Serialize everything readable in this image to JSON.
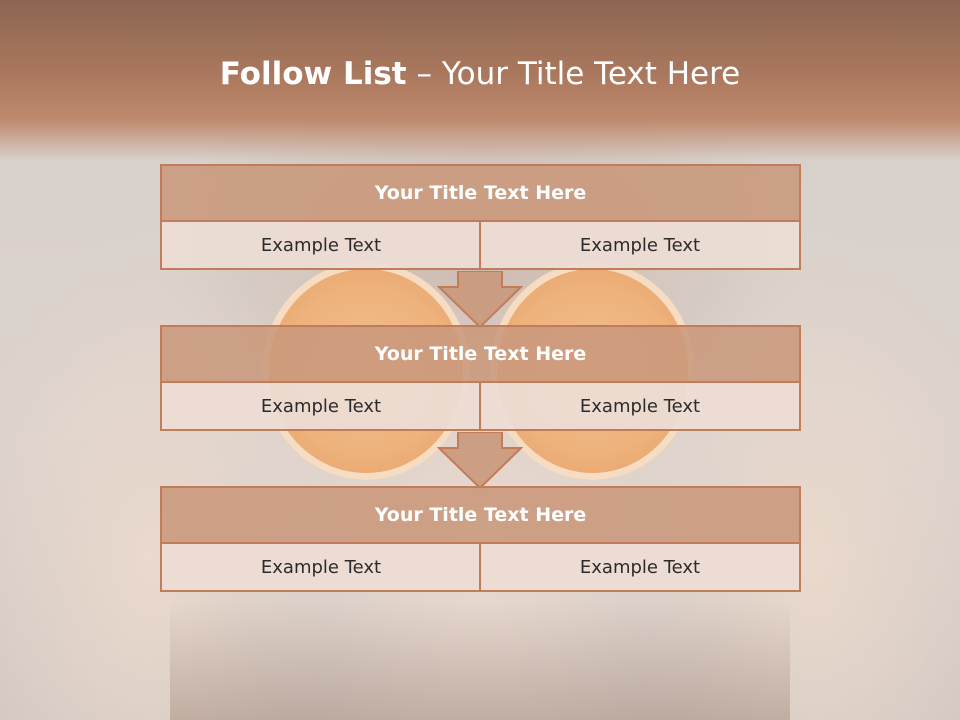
{
  "slide": {
    "title_bold": "Follow List",
    "title_rest": " – Your Title Text Here"
  },
  "blocks": [
    {
      "title": "Your Title Text Here",
      "left": "Example Text",
      "right": "Example Text"
    },
    {
      "title": "Your Title Text Here",
      "left": "Example Text",
      "right": "Example Text"
    },
    {
      "title": "Your Title Text Here",
      "left": "Example Text",
      "right": "Example Text"
    }
  ],
  "colors": {
    "header_band": "#a9775d",
    "title_fill": "#c9987c",
    "border": "#c37c59",
    "cell_fill": "#ecdcd4",
    "arrow_fill": "#c9987c"
  }
}
